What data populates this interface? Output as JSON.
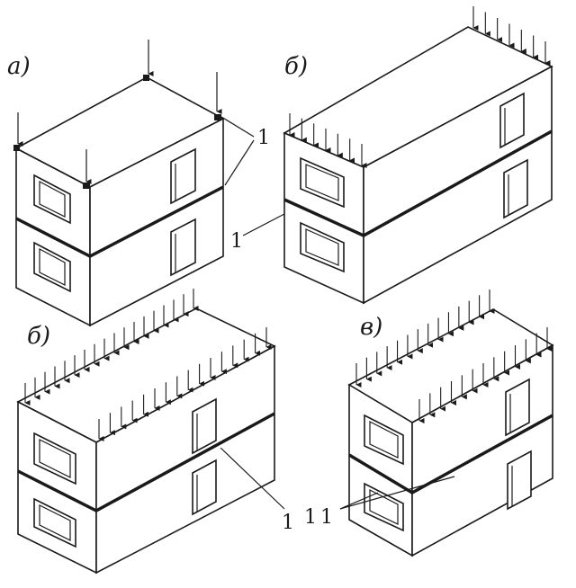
{
  "figures": [
    {
      "label": "а)",
      "callout": "1"
    },
    {
      "label": "б)",
      "callout": "1"
    },
    {
      "label": "б)",
      "callout": "1"
    },
    {
      "label": "в)",
      "callout": "1"
    }
  ],
  "lower_right_callout_second": "1",
  "colors": {
    "ink": "#1a1a1a",
    "paper": "#ffffff",
    "face_shade": "#f4f4f4"
  },
  "load_arrow_icon": "down-arrow-icon"
}
